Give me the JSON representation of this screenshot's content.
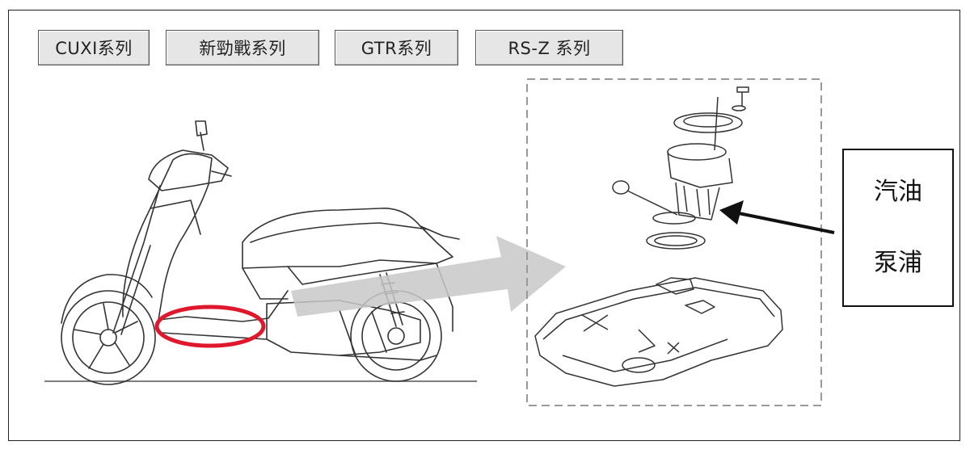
{
  "tabs": [
    {
      "label": "CUXI系列"
    },
    {
      "label": "新勁戰系列"
    },
    {
      "label": "GTR系列"
    },
    {
      "label": "RS-Z  系列"
    }
  ],
  "callout": {
    "line1": "汽油",
    "line2": "泵浦"
  },
  "colors": {
    "highlight": "#e0182d",
    "arrow_gray": "#c8c8c8",
    "tab_bg": "#e6e6e6",
    "line_art": "#333333"
  }
}
